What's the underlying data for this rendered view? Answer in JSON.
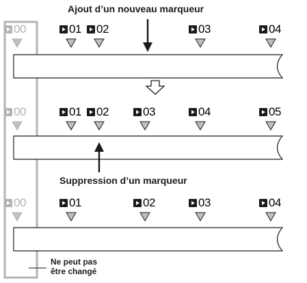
{
  "title_add": "Ajout d’un nouveau marqueur",
  "title_remove": "Suppression d’un marqueur",
  "note_lines": [
    "Ne peut pas",
    "être changé"
  ],
  "rows": [
    {
      "markers": [
        "00",
        "01",
        "02",
        "03",
        "04"
      ]
    },
    {
      "markers": [
        "00",
        "01",
        "02",
        "03",
        "04",
        "05"
      ]
    },
    {
      "markers": [
        "00",
        "01",
        "02",
        "03",
        "04"
      ]
    }
  ],
  "colors": {
    "ink": "#1a1a1a",
    "gray": "#b3b3b3",
    "triangle_fill": "#bfbfbf"
  }
}
